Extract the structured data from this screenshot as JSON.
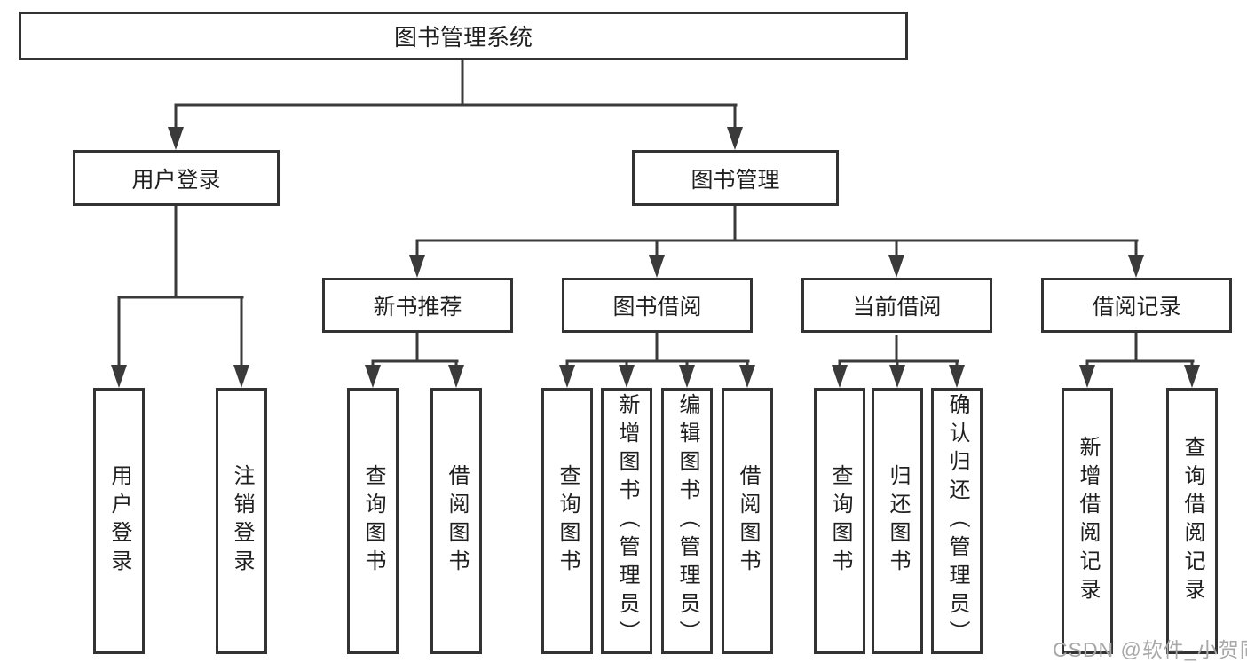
{
  "colors": {
    "line": "#3a3a3a",
    "border": "#333333",
    "text": "#1f1f1f",
    "watermark": "#a8a8a8",
    "background": "#ffffff"
  },
  "tree": {
    "root": {
      "label": "图书管理系统"
    },
    "children": [
      {
        "label": "用户登录",
        "children": [
          {
            "label": "用户登录"
          },
          {
            "label": "注销登录"
          }
        ]
      },
      {
        "label": "图书管理",
        "children": [
          {
            "label": "新书推荐",
            "children": [
              {
                "label": "查询图书"
              },
              {
                "label": "借阅图书"
              }
            ]
          },
          {
            "label": "图书借阅",
            "children": [
              {
                "label": "查询图书"
              },
              {
                "label": "新增图书（管理员）"
              },
              {
                "label": "编辑图书（管理员）"
              },
              {
                "label": "借阅图书"
              }
            ]
          },
          {
            "label": "当前借阅",
            "children": [
              {
                "label": "查询图书"
              },
              {
                "label": "归还图书"
              },
              {
                "label": "确认归还（管理员）"
              }
            ]
          },
          {
            "label": "借阅记录",
            "children": [
              {
                "label": "新增借阅记录"
              },
              {
                "label": "查询借阅记录"
              }
            ]
          }
        ]
      }
    ]
  },
  "watermark": {
    "text": "CSDN @软件_小贺同学"
  }
}
